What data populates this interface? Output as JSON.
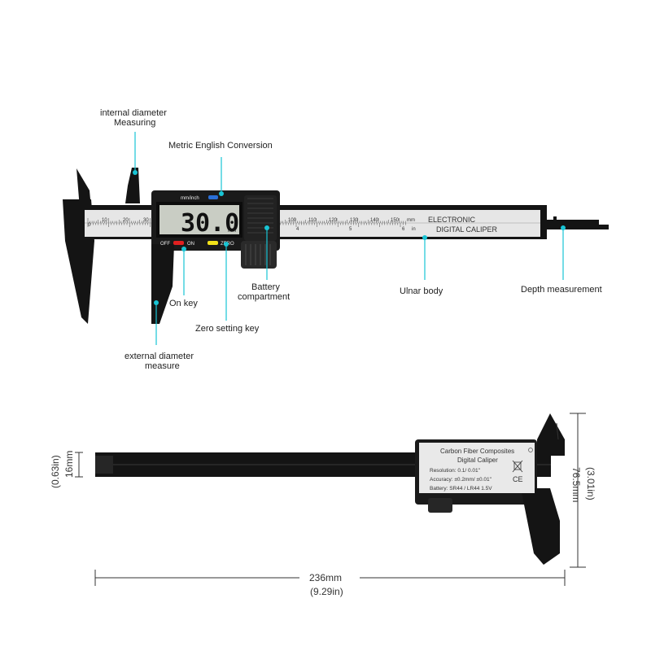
{
  "callouts": {
    "internal_diameter_line1": "internal diameter",
    "internal_diameter_line2": "Measuring",
    "metric_english": "Metric English Conversion",
    "battery_line1": "Battery",
    "battery_line2": "compartment",
    "ulnar_body": "Ulnar body",
    "depth": "Depth measurement",
    "on_key": "On key",
    "zero_key": "Zero setting key",
    "external_diameter_line1": "external diameter",
    "external_diameter_line2": "measure"
  },
  "display": {
    "reading": "30.0",
    "unit": "mm",
    "mode_label": "mm/inch",
    "off_label": "OFF",
    "on_label": "ON",
    "zero_label": "ZERO"
  },
  "ruler": {
    "mm_labels_left": [
      "0",
      "10",
      "20",
      "30"
    ],
    "mm_labels_right": [
      "100",
      "110",
      "120",
      "130",
      "140",
      "150"
    ],
    "mm_unit": "mm",
    "inch_labels": [
      "4",
      "5",
      "6"
    ],
    "inch_unit": "in",
    "brand_line1": "ELECTRONIC",
    "brand_line2": "DIGITAL CALIPER"
  },
  "spec_label": {
    "title_line1": "Carbon Fiber Composites",
    "title_line2": "Digital Caliper",
    "resolution": "Resolution: 0.1/ 0.01\"",
    "accuracy": "Accuracy: ±0.2mm/ ±0.01\"",
    "battery": "Battery: SR44 / LR44 1.5V",
    "ce_mark": "CE"
  },
  "dimensions": {
    "length_mm": "236mm",
    "length_in": "(9.29in)",
    "width_mm": "16mm",
    "width_in": "(0.63in)",
    "height_mm": "76.5mm",
    "height_in": "(3.01in)"
  },
  "colors": {
    "body": "#141414",
    "scale_bar": "#e6e6e6",
    "lcd_bg": "#c9cdc4",
    "callout_line": "#18c4d4",
    "off_button": "#e02020",
    "zero_button": "#f2e21a",
    "mode_button": "#2a6fd6"
  }
}
